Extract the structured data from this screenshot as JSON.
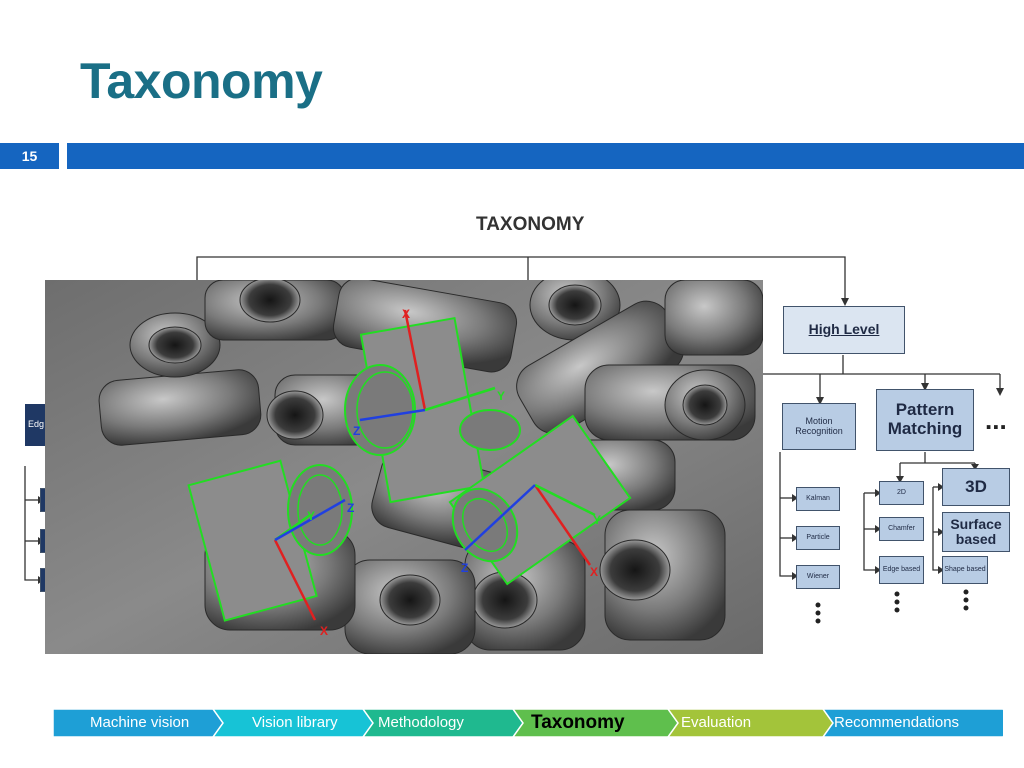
{
  "slide": {
    "title": "Taxonomy",
    "number": "15"
  },
  "diagram": {
    "title": "TAXONOMY",
    "high_level": "High Level",
    "motion_recognition": "Motion Recognition",
    "pattern_matching": "Pattern Matching",
    "ellipsis": "...",
    "kalman": "Kalman",
    "particle": "Particle",
    "wiener": "Wiener",
    "two_d": "2D",
    "chamfer": "Chamfer",
    "edge_based": "Edge based",
    "three_d": "3D",
    "surface_based": "Surface based",
    "shape_based": "Shape based",
    "edge_cut": "Edg"
  },
  "photo": {
    "axis_labels": [
      "X",
      "Y",
      "Z",
      "X",
      "Y",
      "Z",
      "X",
      "Y",
      "Z"
    ]
  },
  "nav": {
    "items": [
      {
        "label": "Machine vision",
        "color": "#1e9fd6"
      },
      {
        "label": "Vision library",
        "color": "#17c3d6"
      },
      {
        "label": "Methodology",
        "color": "#1fb98f"
      },
      {
        "label": "Taxonomy",
        "color": "#5fbf4d"
      },
      {
        "label": "Evaluation",
        "color": "#a3c43a"
      },
      {
        "label": "Recommendations",
        "color": "#1e9fd6"
      }
    ],
    "active_index": 3
  },
  "colors": {
    "title": "#1a6f86",
    "bar": "#1565c0",
    "box_fill": "#b8cce4",
    "box_dark": "#1f3864"
  }
}
